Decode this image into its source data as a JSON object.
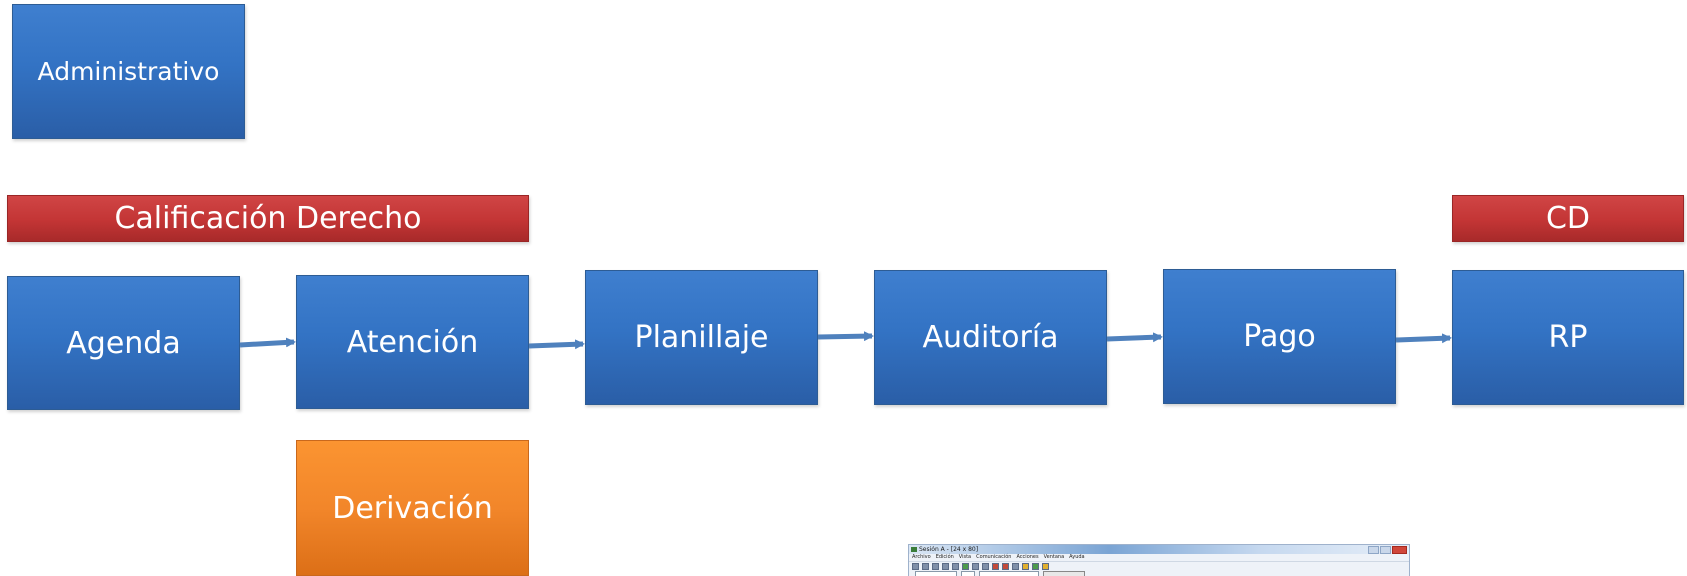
{
  "nodes": {
    "administrativo": "Administrativo",
    "calificacion_derecho": "Calificación Derecho",
    "cd": "CD",
    "agenda": "Agenda",
    "atencion": "Atención",
    "planillaje": "Planillaje",
    "auditoria": "Auditoría",
    "pago": "Pago",
    "rp": "RP",
    "derivacion": "Derivación"
  },
  "flow": [
    "Agenda",
    "Atención",
    "Planillaje",
    "Auditoría",
    "Pago",
    "RP"
  ],
  "colors": {
    "process_blue": "#3a78c8",
    "phase_red": "#c33535",
    "derivation_orange": "#f2862a",
    "arrow": "#4f81bd"
  },
  "screenshot": {
    "title": "Sesión A - [24 x 80]",
    "menu": [
      "Archivo",
      "Edición",
      "Vista",
      "Comunicación",
      "Acciones",
      "Ventana",
      "Ayuda"
    ]
  }
}
